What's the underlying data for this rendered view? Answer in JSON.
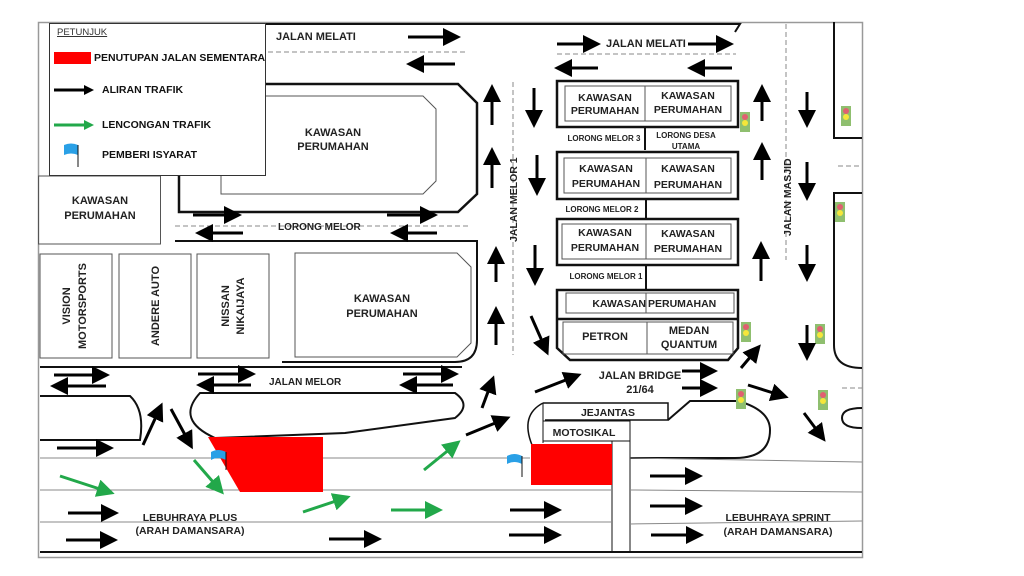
{
  "legend": {
    "title": "PETUNJUK",
    "items": [
      {
        "icon": "red-block",
        "label": "PENUTUPAN JALAN SEMENTARA"
      },
      {
        "icon": "black-arrow",
        "label": "ALIRAN TRAFIK"
      },
      {
        "icon": "green-arrow",
        "label": "LENCONGAN TRAFIK"
      },
      {
        "icon": "blue-flag",
        "label": "PEMBERI ISYARAT"
      }
    ]
  },
  "colors": {
    "closure": "#ff0000",
    "traffic_flow": "#000000",
    "diversion": "#22a84a",
    "flag": "#2aa0e6",
    "signal_body": "#8fbf6f"
  },
  "roads": {
    "jalan_melati_left": "JALAN MELATI",
    "jalan_melati_right": "JALAN MELATI",
    "lorong_melor": "LORONG MELOR",
    "jalan_melor_1": "JALAN MELOR 1",
    "jalan_masjid": "JALAN MASJID",
    "jalan_melor": "JALAN MELOR",
    "jalan_bridge_line1": "JALAN BRIDGE",
    "jalan_bridge_line2": "21/64",
    "lorong_melor_3": "LORONG MELOR 3",
    "lorong_desa_utama_line1": "LORONG DESA",
    "lorong_desa_utama_line2": "UTAMA",
    "lorong_melor_2": "LORONG MELOR 2",
    "lorong_melor_1": "LORONG MELOR 1",
    "lebuhraya_plus_line1": "LEBUHRAYA PLUS",
    "lebuhraya_plus_line2": "(ARAH DAMANSARA)",
    "lebuhraya_sprint_line1": "LEBUHRAYA SPRINT",
    "lebuhraya_sprint_line2": "(ARAH DAMANSARA)"
  },
  "areas": {
    "kawasan": "KAWASAN",
    "perumahan": "PERUMAHAN",
    "vision_line1": "VISION",
    "vision_line2": "MOTORSPORTS",
    "andere": "ANDERE AUTO",
    "nissan_line1": "NISSAN",
    "nissan_line2": "NIKAIJAYA",
    "petron": "PETRON",
    "medan_line1": "MEDAN",
    "medan_line2": "QUANTUM",
    "jejantas": "JEJANTAS",
    "motosikal": "MOTOSIKAL"
  }
}
